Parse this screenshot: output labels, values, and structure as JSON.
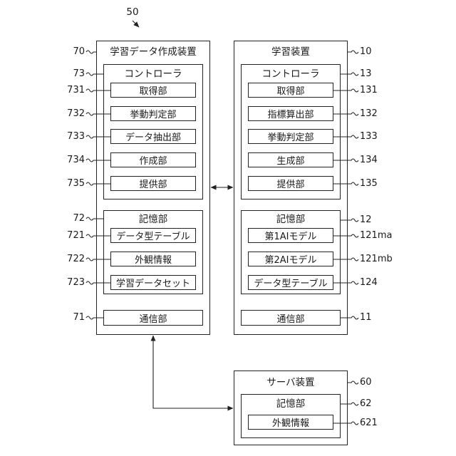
{
  "figure": {
    "ref": "50"
  },
  "creator": {
    "title": "学習データ作成装置",
    "ref": "70",
    "controller": {
      "title": "コントローラ",
      "ref": "73",
      "units": [
        {
          "label": "取得部",
          "ref": "731"
        },
        {
          "label": "挙動判定部",
          "ref": "732"
        },
        {
          "label": "データ抽出部",
          "ref": "733"
        },
        {
          "label": "作成部",
          "ref": "734"
        },
        {
          "label": "提供部",
          "ref": "735"
        }
      ]
    },
    "storage": {
      "title": "記憶部",
      "ref": "72",
      "items": [
        {
          "label": "データ型テーブル",
          "ref": "721"
        },
        {
          "label": "外観情報",
          "ref": "722"
        },
        {
          "label": "学習データセット",
          "ref": "723"
        }
      ]
    },
    "communication": {
      "label": "通信部",
      "ref": "71"
    }
  },
  "learner": {
    "title": "学習装置",
    "ref": "10",
    "controller": {
      "title": "コントローラ",
      "ref": "13",
      "units": [
        {
          "label": "取得部",
          "ref": "131"
        },
        {
          "label": "指標算出部",
          "ref": "132"
        },
        {
          "label": "挙動判定部",
          "ref": "133"
        },
        {
          "label": "生成部",
          "ref": "134"
        },
        {
          "label": "提供部",
          "ref": "135"
        }
      ]
    },
    "storage": {
      "title": "記憶部",
      "ref": "12",
      "items": [
        {
          "label": "第1AIモデル",
          "ref": "121ma"
        },
        {
          "label": "第2AIモデル",
          "ref": "121mb"
        },
        {
          "label": "データ型テーブル",
          "ref": "124"
        }
      ]
    },
    "communication": {
      "label": "通信部",
      "ref": "11"
    }
  },
  "server": {
    "title": "サーバ装置",
    "ref": "60",
    "storage": {
      "title": "記憶部",
      "ref": "62",
      "items": [
        {
          "label": "外観情報",
          "ref": "621"
        }
      ]
    }
  }
}
